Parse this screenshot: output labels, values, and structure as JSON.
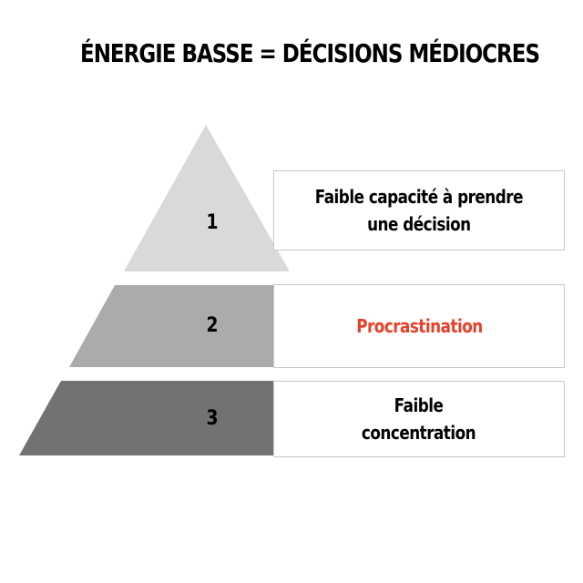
{
  "title": "ÉNERGIE BASSE = DÉCISIONS MÉDIOCRES",
  "levels": [
    {
      "number": "1",
      "label": "Faible capacité à prendre\nune décision",
      "label_color": "#000000",
      "fill": "#d9d9d9"
    },
    {
      "number": "2",
      "label": "Procrastination",
      "label_color": "#e8402a",
      "fill": "#ababab"
    },
    {
      "number": "3",
      "label": "Faible\nconcentration",
      "label_color": "#000000",
      "fill": "#727272"
    }
  ]
}
